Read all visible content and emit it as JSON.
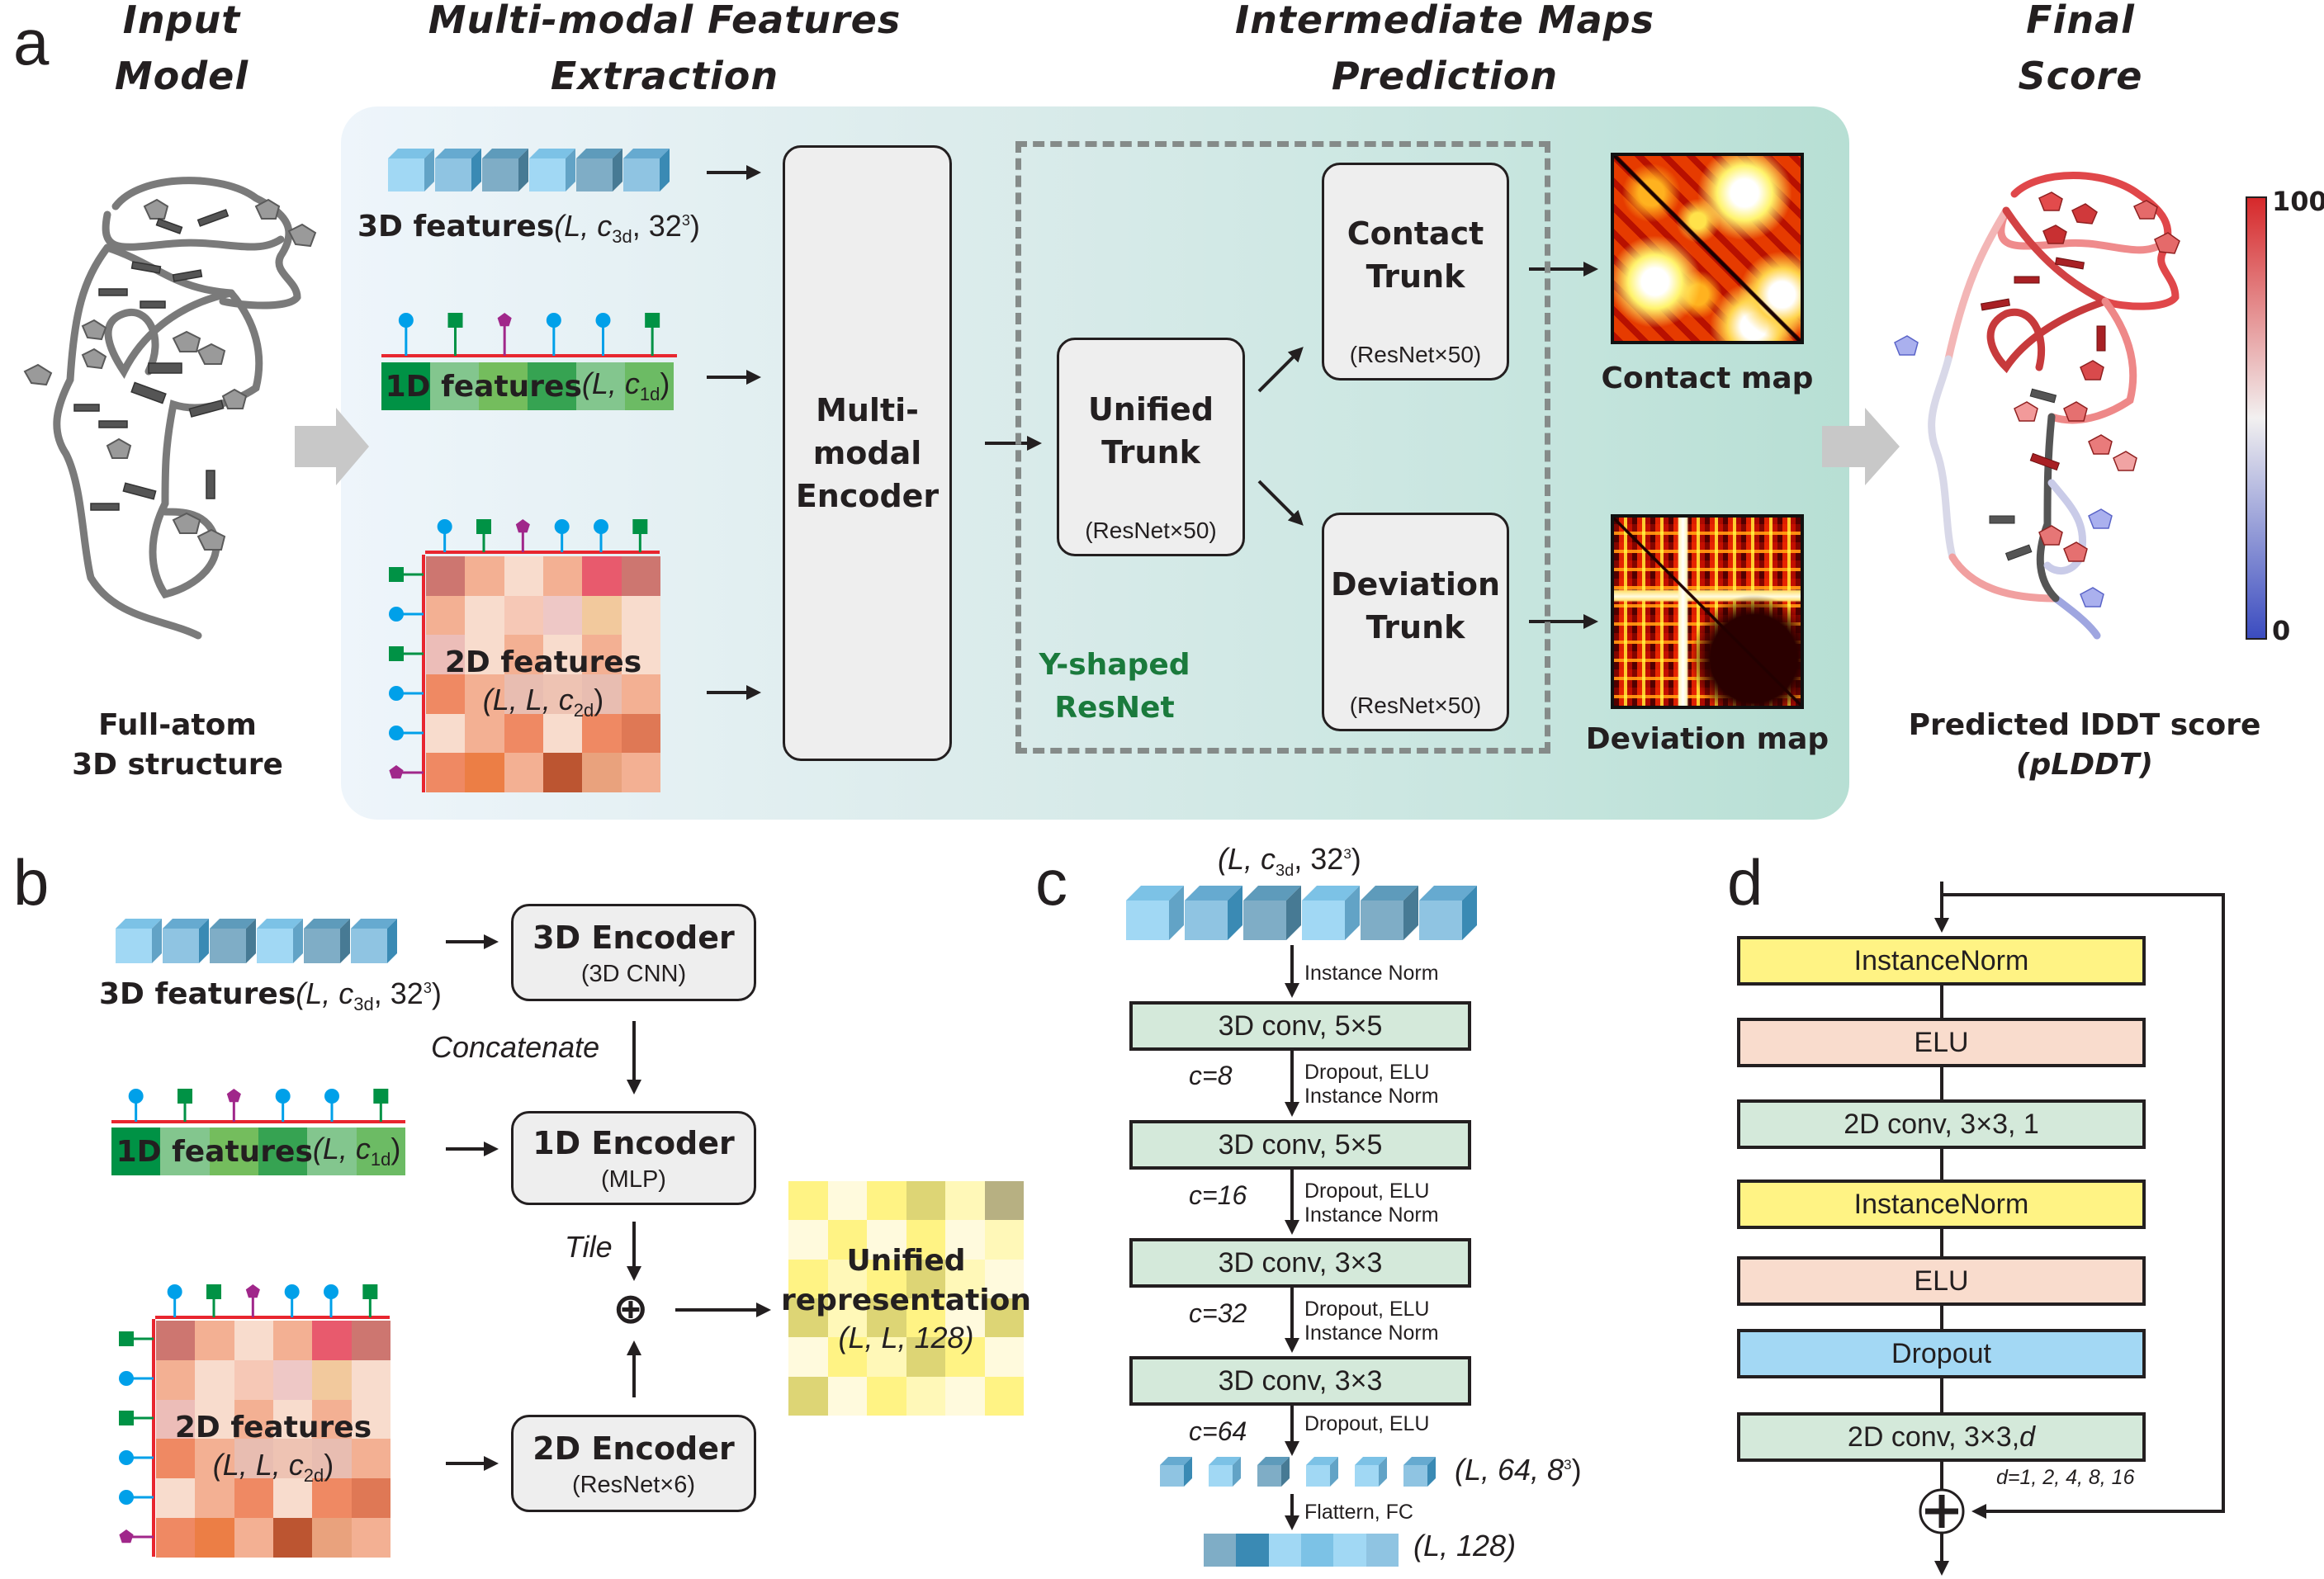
{
  "panel_a": {
    "letter": "a",
    "headers": {
      "input": [
        "Input",
        "Model"
      ],
      "features": [
        "Multi-modal Features",
        "Extraction"
      ],
      "maps": [
        "Intermediate Maps",
        "Prediction"
      ],
      "final": [
        "Final",
        "Score"
      ]
    },
    "input_caption": [
      "Full-atom",
      "3D structure"
    ],
    "feat3d": {
      "label": "3D features",
      "args": "(L, c",
      "sub": "3d",
      "rest": ", 32",
      "sup": "3",
      "close": ")"
    },
    "feat1d": {
      "label": "1D features",
      "args": "(L, c",
      "sub": "1d",
      "close": ")"
    },
    "feat2d": {
      "label": "2D features",
      "args": "(L, L, c",
      "sub": "2d",
      "close": ")"
    },
    "encoder": [
      "Multi-",
      "modal",
      "Encoder"
    ],
    "unified_trunk": {
      "title": [
        "Unified",
        "Trunk"
      ],
      "sub": "(ResNet×50)"
    },
    "contact_trunk": {
      "title": [
        "Contact",
        "Trunk"
      ],
      "sub": "(ResNet×50)"
    },
    "deviation_trunk": {
      "title": [
        "Deviation",
        "Trunk"
      ],
      "sub": "(ResNet×50)"
    },
    "yshaped_label": [
      "Y-shaped",
      "ResNet"
    ],
    "contact_map_label": "Contact map",
    "deviation_map_label": "Deviation map",
    "score_caption": [
      "Predicted lDDT score",
      "(pLDDT)"
    ],
    "colorbar": {
      "max": "100",
      "min": "0",
      "colors": [
        "#3b4cc0",
        "#f2f0f0",
        "#d6292b"
      ]
    }
  },
  "panel_b": {
    "letter": "b",
    "feat3d": {
      "label": "3D features",
      "args": "(L, c",
      "sub": "3d",
      "rest": ", 32",
      "sup": "3",
      "close": ")"
    },
    "feat1d": {
      "label": "1D features",
      "args": "(L, c",
      "sub": "1d",
      "close": ")"
    },
    "feat2d": {
      "label": "2D features",
      "args": "(L, L, c",
      "sub": "2d",
      "close": ")"
    },
    "enc3d": {
      "title": "3D Encoder",
      "sub": "(3D CNN)"
    },
    "enc1d": {
      "title": "1D Encoder",
      "sub": "(MLP)"
    },
    "enc2d": {
      "title": "2D Encoder",
      "sub": "(ResNet×6)"
    },
    "concatenate": "Concatenate",
    "tile": "Tile",
    "plus_symbol": "⊕",
    "unified": {
      "title": [
        "Unified",
        "representation"
      ],
      "shape": "(L, L, 128)"
    }
  },
  "panel_c": {
    "letter": "c",
    "input_shape": {
      "args": "(L, c",
      "sub": "3d",
      "rest": ", 32",
      "sup": "3",
      "close": ")"
    },
    "steps": [
      {
        "ops": [
          "Instance Norm"
        ],
        "c": ""
      },
      {
        "ops": [
          "Dropout, ELU",
          "Instance Norm"
        ],
        "c": "c=8"
      },
      {
        "ops": [
          "Dropout, ELU",
          "Instance Norm"
        ],
        "c": "c=16"
      },
      {
        "ops": [
          "Dropout, ELU",
          "Instance Norm"
        ],
        "c": "c=32"
      },
      {
        "ops": [
          "Dropout, ELU"
        ],
        "c": "c=64"
      }
    ],
    "convs": [
      "3D conv, 5×5",
      "3D conv, 5×5",
      "3D conv, 3×3",
      "3D conv, 3×3"
    ],
    "out_cubes_shape": {
      "args": "(L, 64, 8",
      "sup": "3",
      "close": ")"
    },
    "flatten_label": "Flattern, FC",
    "final_shape": "(L, 128)"
  },
  "panel_d": {
    "letter": "d",
    "blocks": [
      {
        "label": "InstanceNorm",
        "color": "#fff384"
      },
      {
        "label": "ELU",
        "color": "#f9dccd"
      },
      {
        "label": "2D conv, 3×3, 1",
        "color": "#d4e9da"
      },
      {
        "label": "InstanceNorm",
        "color": "#fff384"
      },
      {
        "label": "ELU",
        "color": "#f9dccd"
      },
      {
        "label": "Dropout",
        "color": "#a3d8f4"
      },
      {
        "label": "2D conv, 3×3, d",
        "color": "#d4e9da"
      }
    ],
    "dilation_note": "d=1, 2, 4, 8, 16"
  },
  "colors": {
    "cubes": [
      [
        "#a1d8f4",
        "#62a3c6",
        "#7cc2e6"
      ],
      [
        "#8fc4e2",
        "#3a8ab4",
        "#66aad0"
      ],
      [
        "#7fadc6",
        "#477a94",
        "#5e9bbb"
      ],
      [
        "#a1d8f4",
        "#62a3c6",
        "#7cc2e6"
      ],
      [
        "#7fadc6",
        "#477a94",
        "#5e9bbb"
      ],
      [
        "#8fc4e2",
        "#3a8ab4",
        "#66aad0"
      ]
    ],
    "bar1d": [
      "#009245",
      "#83c68e",
      "#74bd5d",
      "#36a352",
      "#83c68e",
      "#6cbb64"
    ],
    "stems": [
      {
        "shape": "circle",
        "color": "#00a0e9"
      },
      {
        "shape": "square",
        "color": "#009245"
      },
      {
        "shape": "pentagon",
        "color": "#a0278a"
      },
      {
        "shape": "circle",
        "color": "#00a0e9"
      },
      {
        "shape": "circle",
        "color": "#00a0e9"
      },
      {
        "shape": "square",
        "color": "#009245"
      }
    ],
    "grid2d": [
      "#cd7670",
      "#f3b093",
      "#f8dccd",
      "#f3b093",
      "#e85a6d",
      "#cd7670",
      "#f3b093",
      "#f8dccd",
      "#f6c8b6",
      "#eec8c6",
      "#f2c99d",
      "#f8dccd",
      "#ecbdb8",
      "#f8dccd",
      "#f3b093",
      "#f8dccd",
      "#f3b093",
      "#f8dccd",
      "#ef8963",
      "#f3b093",
      "#e8bdb1",
      "#eec3b3",
      "#e8bdb1",
      "#f3b093",
      "#f8dccd",
      "#f3b093",
      "#ef8963",
      "#f8dccd",
      "#ef8963",
      "#df7855",
      "#ef8963",
      "#ec7e45",
      "#f3b093",
      "#bc5531",
      "#e9a27d",
      "#f3b093"
    ],
    "grid_unified": [
      "#fff384",
      "#fffadd",
      "#fff384",
      "#ddd575",
      "#fff8b8",
      "#b7b082",
      "#fffadd",
      "#fff384",
      "#fffadd",
      "#fff384",
      "#fffadd",
      "#fff8b8",
      "#fff384",
      "#fff8b8",
      "#fff384",
      "#ddd575",
      "#fff8b8",
      "#fffadd",
      "#ddd575",
      "#fff8b8",
      "#ddd575",
      "#fff384",
      "#fffadd",
      "#ddd575",
      "#fffadd",
      "#fff384",
      "#fff8b8",
      "#ddd575",
      "#fff384",
      "#fffadd",
      "#ddd575",
      "#fffadd",
      "#fff384",
      "#fff8b8",
      "#fffadd",
      "#fff384"
    ],
    "flat_bar": [
      "#7fadc6",
      "#3a8ab4",
      "#a1d8f4",
      "#7cc2e6",
      "#a1d8f4",
      "#8fc4e2"
    ]
  }
}
